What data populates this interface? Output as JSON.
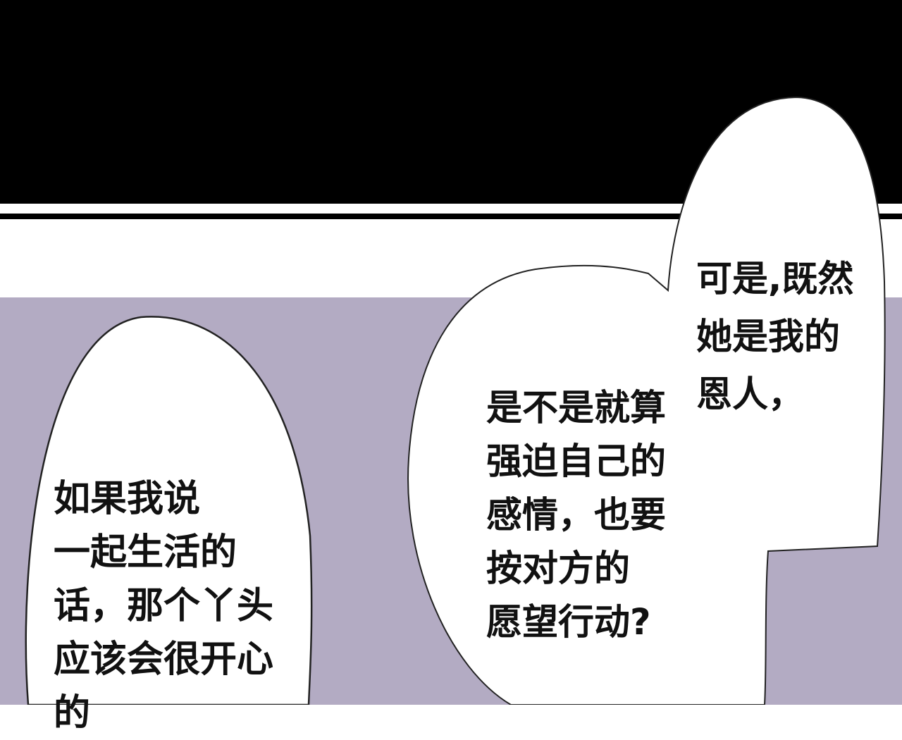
{
  "colors": {
    "top_band": "#000000",
    "stripe": "#ffffff",
    "background": "#b3abc3",
    "bubble": "#ffffff",
    "bubble_outline": "#222222"
  },
  "bubbles": {
    "right": {
      "lines": [
        "可是,既然",
        "她是我的",
        "恩人，"
      ]
    },
    "middle": {
      "lines": [
        "是不是就算",
        "强迫自己的",
        "感情，也要",
        "按对方的",
        "愿望行动?"
      ]
    },
    "left": {
      "lines": [
        "如果我说",
        "一起生活的",
        "话，那个丫头",
        "应该会很开心",
        "的"
      ]
    }
  }
}
